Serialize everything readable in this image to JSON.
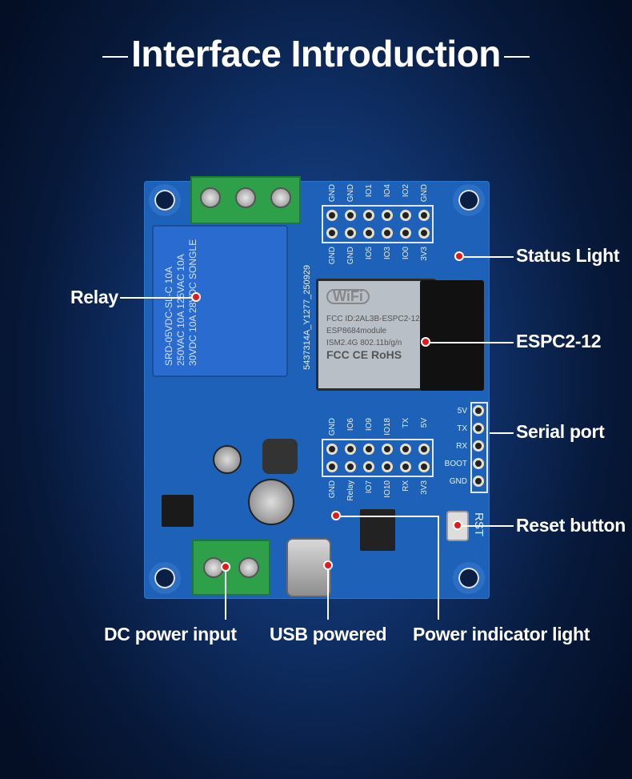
{
  "title": "Interface Introduction",
  "board": {
    "top_header_labels_top": [
      "GND",
      "GND",
      "IO1",
      "IO4",
      "IO2",
      "GND"
    ],
    "top_header_labels_bottom": [
      "GND",
      "GND",
      "IO5",
      "IO3",
      "IO0",
      "3V3"
    ],
    "bottom_header_labels_top": [
      "GND",
      "IO6",
      "IO9",
      "IO18",
      "TX",
      "5V"
    ],
    "bottom_header_labels_bottom": [
      "GND",
      "Relay",
      "IO7",
      "IO10",
      "RX",
      "3V3"
    ],
    "serial_labels": [
      "5V",
      "TX",
      "RX",
      "BOOT",
      "GND"
    ],
    "relay_text": "SRD-05VDC-SL-C 10A 250VAC 10A 125VAC 10A 30VDC 10A 28VDC SONGLE",
    "module_lines": [
      "FCC ID:2AL3B-ESPC2-12",
      "ESP8684module",
      "ISM2.4G 802.11b/g/n",
      "FCC CE RoHS"
    ],
    "wifi_logo": "WiFi",
    "rst_label": "RST",
    "pcb_code": "5437314A_Y1277_250929"
  },
  "callouts": {
    "relay": "Relay",
    "status_light": "Status Light",
    "espc2": "ESPC2-12",
    "serial_port": "Serial port",
    "reset_button": "Reset button",
    "dc_power": "DC power input",
    "usb": "USB powered",
    "power_light": "Power indicator light"
  }
}
